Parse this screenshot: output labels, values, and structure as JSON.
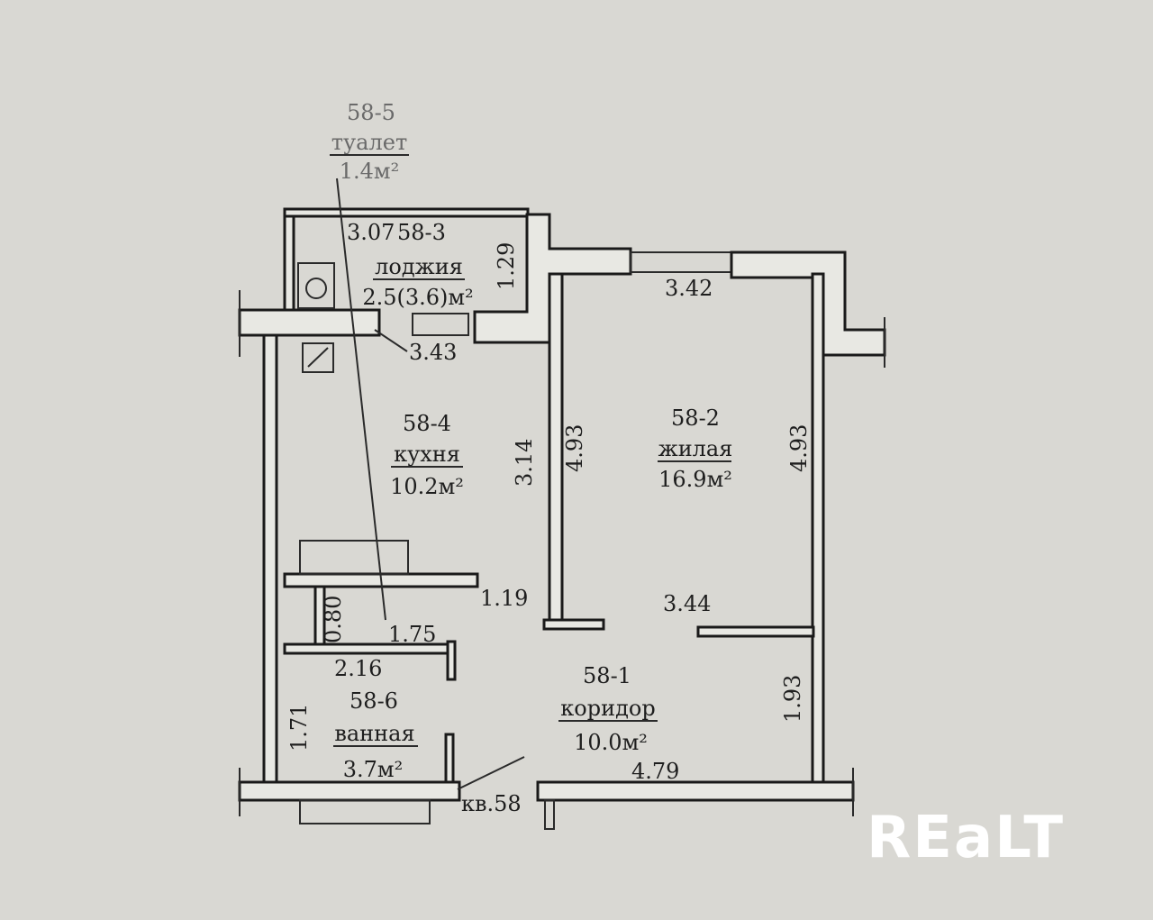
{
  "rooms": {
    "toilet": {
      "id": "58-5",
      "name": "туалет",
      "area": "1.4м²"
    },
    "loggia": {
      "id": "58-3",
      "name": "лоджия",
      "area": "2.5(3.6)м²"
    },
    "kitchen": {
      "id": "58-4",
      "name": "кухня",
      "area": "10.2м²"
    },
    "living": {
      "id": "58-2",
      "name": "жилая",
      "area": "16.9м²"
    },
    "corridor": {
      "id": "58-1",
      "name": "коридор",
      "area": "10.0м²"
    },
    "bath": {
      "id": "58-6",
      "name": "ванная",
      "area": "3.7м²"
    }
  },
  "dimensions": {
    "d307": "3.07",
    "d129": "1.29",
    "d343": "3.43",
    "d342": "3.42",
    "d314": "3.14",
    "d493a": "4.93",
    "d493b": "4.93",
    "d119": "1.19",
    "d344": "3.44",
    "d080": "0.80",
    "d175": "1.75",
    "d216": "2.16",
    "d171": "1.71",
    "d193": "1.93",
    "d479": "4.79"
  },
  "apartment_label": "кв.58",
  "watermark": "REaLT"
}
